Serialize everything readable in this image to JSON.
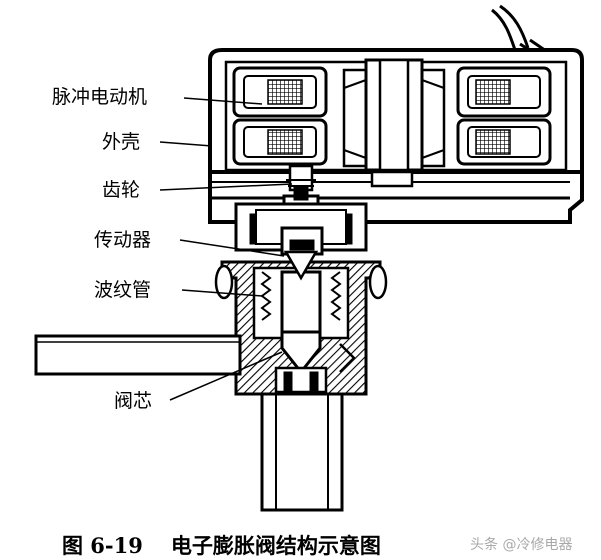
{
  "labels": {
    "motor": "脉冲电动机",
    "shell": "外壳",
    "gear": "齿轮",
    "actuator": "传动器",
    "bellows": "波纹管",
    "spool": "阀芯"
  },
  "caption": {
    "number": "图 6-19",
    "title": "电子膨胀阀结构示意图"
  },
  "watermark": "头条 @冷修电器"
}
